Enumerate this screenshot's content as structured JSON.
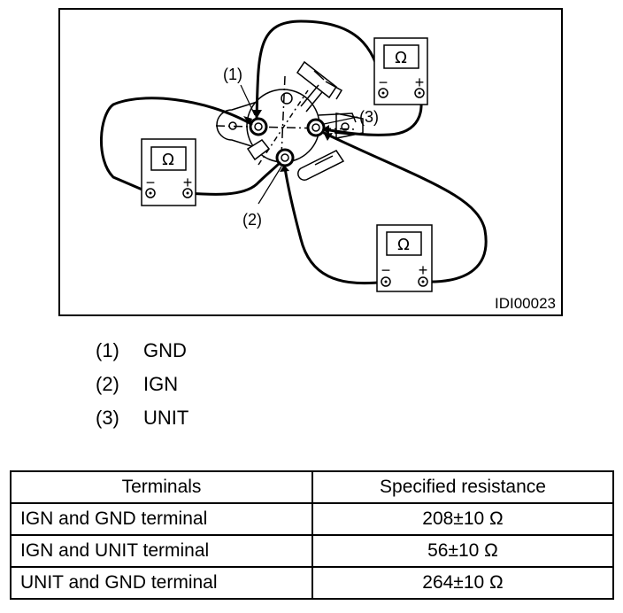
{
  "figure": {
    "id": "IDI00023",
    "callouts": [
      "(1)",
      "(2)",
      "(3)"
    ],
    "meter_symbol": "Ω",
    "meter_neg": "−",
    "meter_pos": "+"
  },
  "legend": [
    {
      "num": "(1)",
      "label": "GND"
    },
    {
      "num": "(2)",
      "label": "IGN"
    },
    {
      "num": "(3)",
      "label": "UNIT"
    }
  ],
  "table": {
    "headers": [
      "Terminals",
      "Specified resistance"
    ],
    "rows": [
      {
        "terminals": "IGN and GND terminal",
        "resistance": "208±10 Ω"
      },
      {
        "terminals": "IGN and UNIT terminal",
        "resistance": "56±10 Ω"
      },
      {
        "terminals": "UNIT and GND terminal",
        "resistance": "264±10 Ω"
      }
    ]
  }
}
